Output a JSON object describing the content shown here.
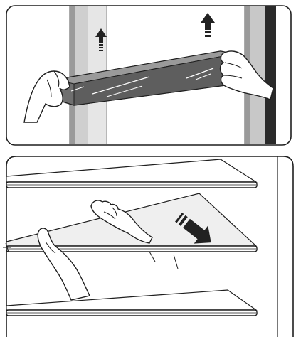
{
  "figure": {
    "panels": [
      {
        "id": "remove-door-shelf",
        "step": 1
      },
      {
        "id": "remove-glass-shelves",
        "step": 2
      }
    ]
  },
  "colors": {
    "line": "#1f1f1f",
    "rail_light": "#c8c8c8",
    "rail_mid": "#9a9a9a",
    "rail_dark": "#555555",
    "door_edge": "#2a2a2a",
    "shelf_fill": "#7a7a7a",
    "shelf_fill_dark": "#5a5a5a",
    "glass_fill": "#efefef",
    "arrow": "#222222"
  },
  "icons": {
    "up_arrow_left": "arrow-up-icon",
    "up_arrow_right": "arrow-up-icon",
    "slide_out_arrow": "arrow-down-right-icon",
    "hand": "hand-icon"
  }
}
